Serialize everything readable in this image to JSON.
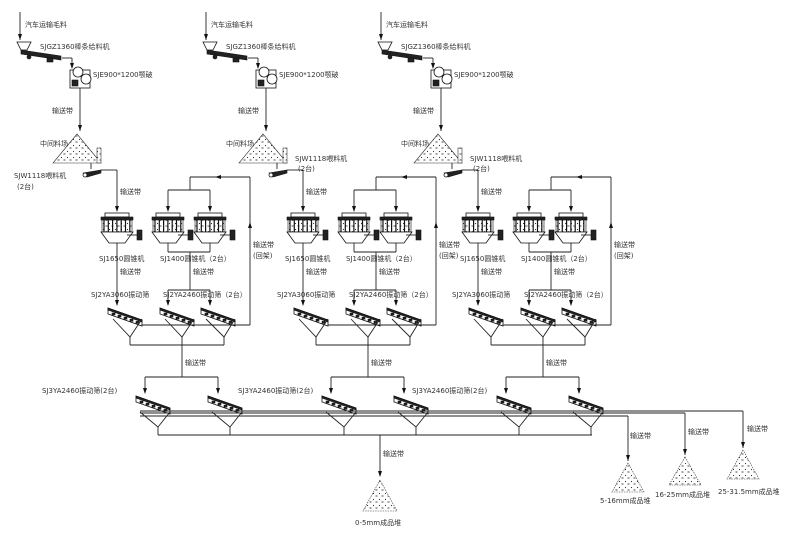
{
  "labels": {
    "truck": "汽车运输毛料",
    "grizzly_feeder": "SJGZ1360棒条给料机",
    "jaw_crusher": "SJE900*1200颚破",
    "conveyor": "输送带",
    "intermediate_pile": "中间料场",
    "vibrating_feeder": "SJW1118喂料机",
    "vibrating_feeder_qty": "(2台)",
    "cone_1650": "SJ1650圆锥机",
    "cone_1400": "SJ1400圆锥机（2台）",
    "return_conveyor_1": "输送带",
    "return_conveyor_2": "(回架)",
    "screen_3060": "SJ2YA3060振动筛",
    "screen_2460": "SJ2YA2460振动筛（2台）",
    "screen_3ya": "SJ3YA2460振动筛(2台)"
  },
  "products": [
    {
      "label": "0-5mm成品堆"
    },
    {
      "label": "5-16mm成品堆"
    },
    {
      "label": "16-25mm成品堆"
    },
    {
      "label": "25-31.5mm成品堆"
    }
  ],
  "module_count": 3
}
